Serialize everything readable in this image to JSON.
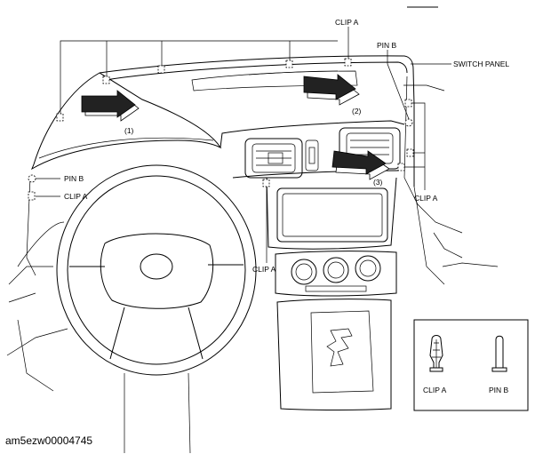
{
  "labels": {
    "clip_a_top": "CLIP A",
    "pin_b_top": "PIN B",
    "switch_panel": "SWITCH PANEL",
    "step_1": "(1)",
    "step_2": "(2)",
    "step_3": "(3)",
    "pin_b_left": "PIN B",
    "clip_a_left": "CLIP A",
    "clip_a_right": "CLIP A",
    "clip_a_bottom": "CLIP A"
  },
  "legend": {
    "clip_a": "CLIP A",
    "pin_b": "PIN B"
  },
  "caption": "am5ezw00004745"
}
